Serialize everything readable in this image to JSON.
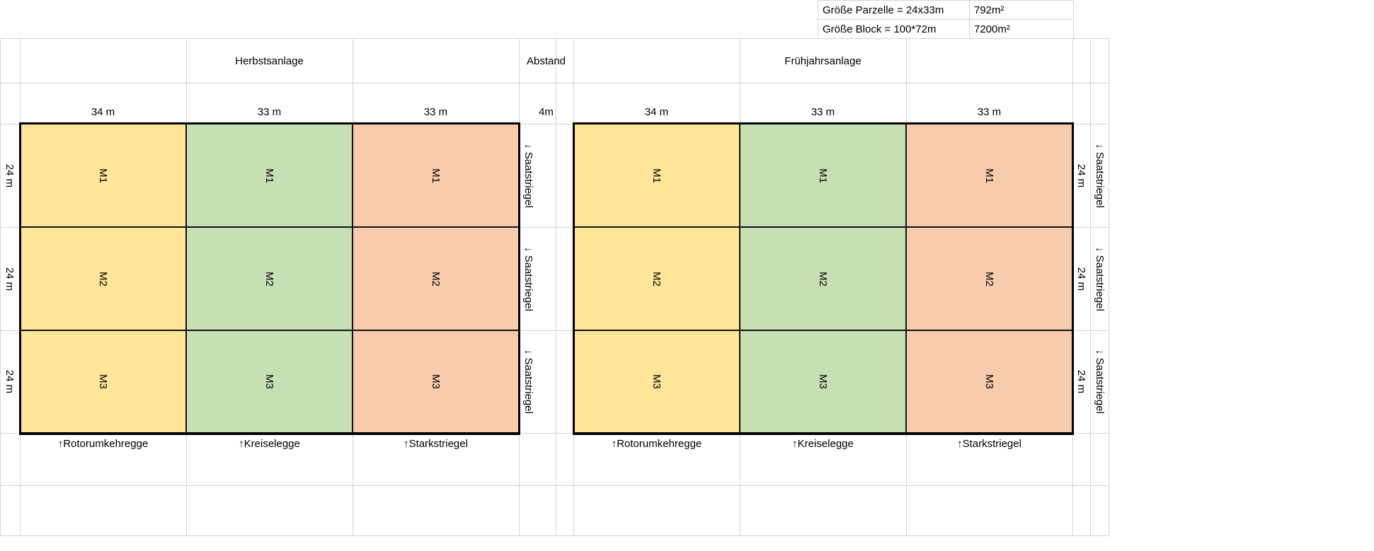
{
  "info_table": [
    {
      "label": "Größe Parzelle = 24x33m",
      "value": "792m²"
    },
    {
      "label": "Größe Block = 100*72m",
      "value": "7200m²"
    }
  ],
  "headers": {
    "autumn": "Herbstsanlage",
    "gap": "Abstand",
    "spring": "Frühjahrsanlage"
  },
  "widths": [
    "34 m",
    "33 m",
    "33 m"
  ],
  "gap_width": "4m",
  "row_height": "24 m",
  "row_tool": "↓ Saatstriegel",
  "plots": [
    "M1",
    "M2",
    "M3"
  ],
  "tools": [
    "↑Rotorumkehregge",
    "↑Kreiselegge",
    "↑Starkstriegel"
  ],
  "colors": {
    "yellow": "#FFE699",
    "green": "#C6E0B4",
    "orange": "#F8CBAD"
  }
}
